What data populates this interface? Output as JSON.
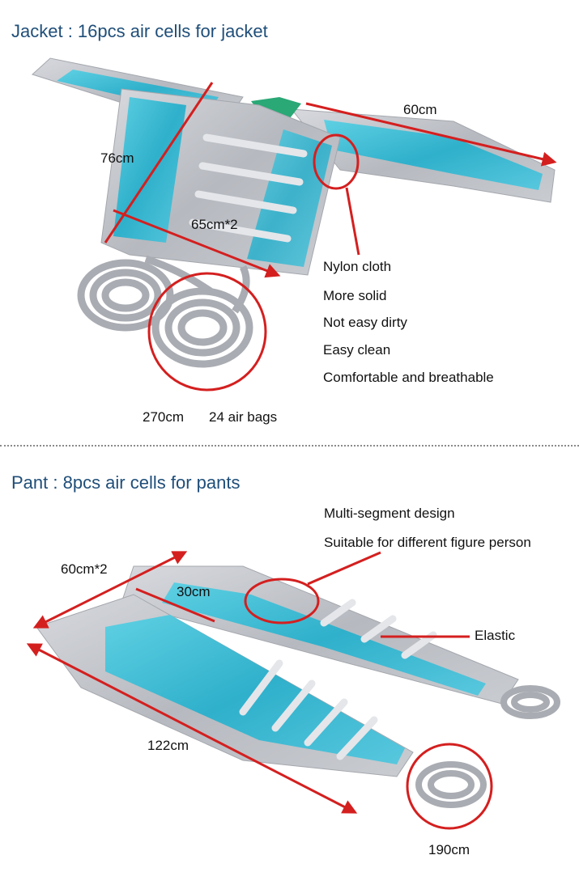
{
  "jacket": {
    "title": "Jacket : 16pcs air cells for jacket",
    "dims": {
      "sleeve": "60cm",
      "height": "76cm",
      "width": "65cm*2"
    },
    "features": [
      "Nylon cloth",
      "More solid",
      "Not easy dirty",
      "Easy clean",
      "Comfortable and breathable"
    ],
    "hose_length": "270cm",
    "air_bags": "24 air bags"
  },
  "pant": {
    "title": "Pant : 8pcs air cells for pants",
    "features": [
      "Multi-segment design",
      "Suitable for different figure person"
    ],
    "dims": {
      "width": "60cm*2",
      "cell": "30cm",
      "length": "122cm",
      "hose": "190cm"
    },
    "elastic_label": "Elastic"
  },
  "colors": {
    "title": "#1f4e79",
    "accent": "#d41f1f",
    "silver": "#b9bcc2",
    "cell": "#35b6cf"
  }
}
